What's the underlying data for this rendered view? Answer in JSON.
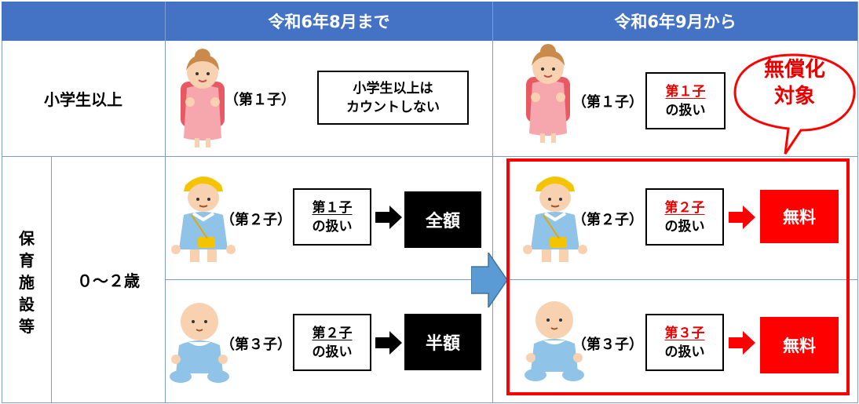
{
  "header": {
    "before": "令和6年8月まで",
    "after": "令和6年9月から"
  },
  "rows": {
    "elementary": "小学生以上",
    "facility": [
      "保",
      "育",
      "施",
      "設",
      "等"
    ],
    "age": "０～２歳"
  },
  "before": {
    "elem_child": "（第１子）",
    "elem_box": [
      "小学生以上は",
      "カウントしない"
    ],
    "second_child": "（第２子）",
    "second_box": [
      "第１子",
      "の扱い"
    ],
    "second_result": "全額",
    "third_child": "（第３子）",
    "third_box": [
      "第２子",
      "の扱い"
    ],
    "third_result": "半額"
  },
  "after": {
    "elem_child": "（第１子）",
    "elem_box": [
      "第１子",
      "の扱い"
    ],
    "second_child": "（第２子）",
    "second_box": [
      "第２子",
      "の扱い"
    ],
    "second_result": "無料",
    "third_child": "（第３子）",
    "third_box": [
      "第３子",
      "の扱い"
    ],
    "third_result": "無料"
  },
  "callout": [
    "無償化",
    "対象"
  ],
  "colors": {
    "header_blue": "#4472c4",
    "grid_line": "#7f9bcf",
    "accent_red": "#ff0000",
    "arrow_blue": "#5b9bd5"
  }
}
